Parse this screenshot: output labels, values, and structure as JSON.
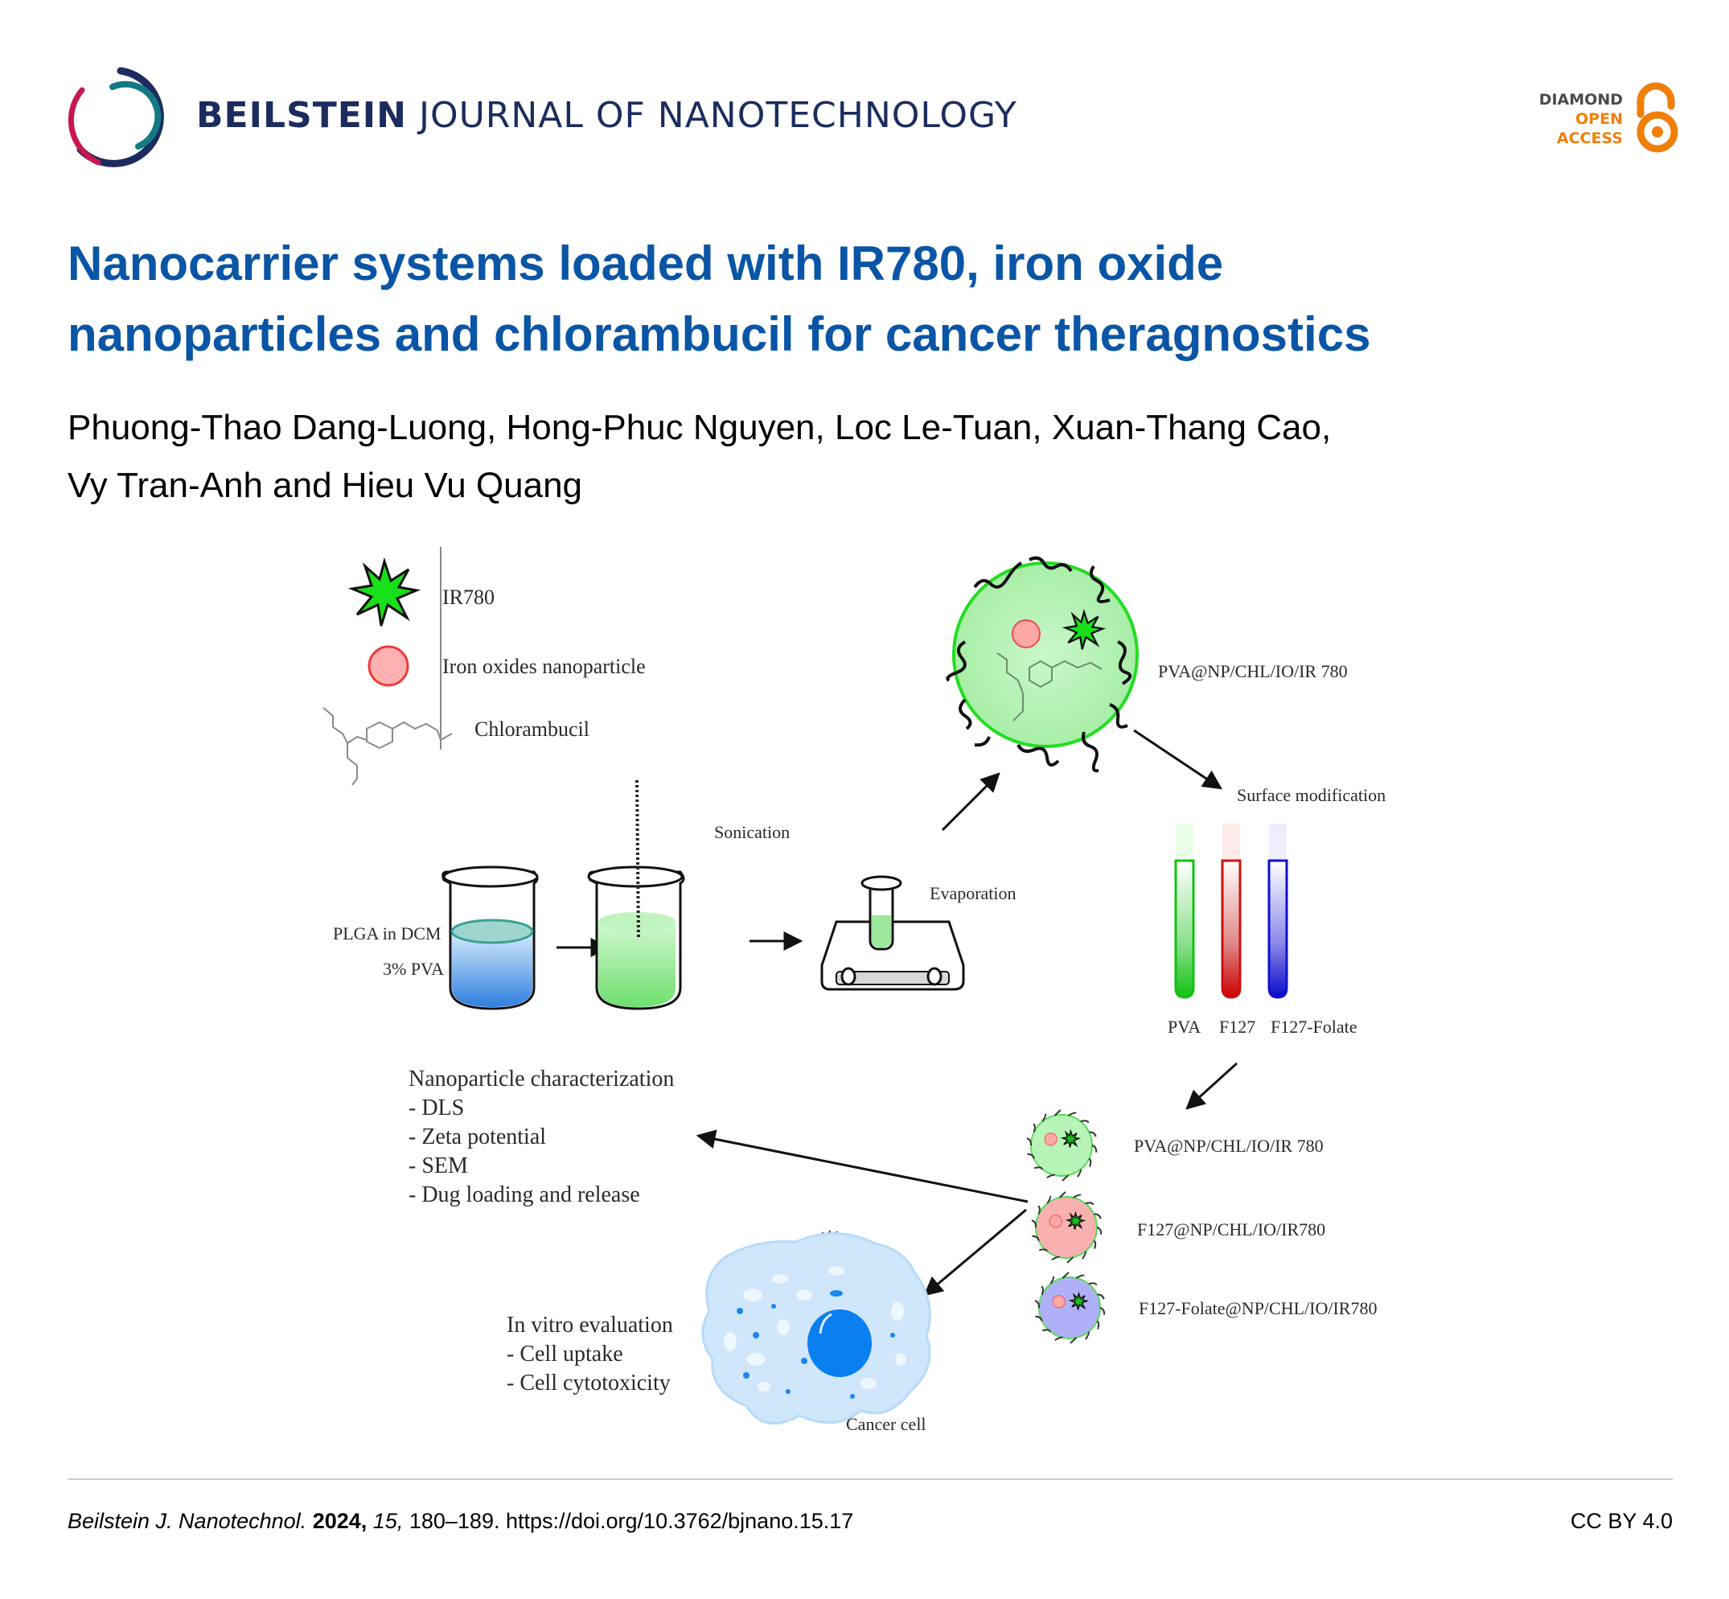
{
  "header": {
    "journal_bold": "BEILSTEIN",
    "journal_light": "JOURNAL OF NANOTECHNOLOGY",
    "badge": {
      "line1": "DIAMOND",
      "line2": "OPEN",
      "line3": "ACCESS"
    }
  },
  "article": {
    "title_line1": "Nanocarrier systems loaded with IR780, iron oxide",
    "title_line2": "nanoparticles and chlorambucil for cancer theragnostics",
    "authors_line1": "Phuong-Thao Dang-Luong, Hong-Phuc Nguyen, Loc Le-Tuan, Xuan-Thang Cao,",
    "authors_line2": "Vy Tran-Anh and Hieu Vu Quang"
  },
  "figure": {
    "legend": {
      "ir780": "IR780",
      "iron_oxide": "Iron oxides nanoparticle",
      "chlorambucil": "Chlorambucil"
    },
    "main_particle_label": "PVA@NP/CHL/IO/IR 780",
    "surface_modification": "Surface modification",
    "sonication": "Sonication",
    "evaporation": "Evaporation",
    "beaker_top_label": "PLGA in DCM",
    "beaker_bottom_label": "3% PVA",
    "tubes": [
      "PVA",
      "F127",
      "F127-Folate"
    ],
    "particles": [
      "PVA@NP/CHL/IO/IR 780",
      "F127@NP/CHL/IO/IR780",
      "F127-Folate@NP/CHL/IO/IR780"
    ],
    "characterization": {
      "heading": "Nanoparticle characterization",
      "items": [
        "- DLS",
        "- Zeta potential",
        "- SEM",
        "- Dug loading and release"
      ]
    },
    "in_vitro": {
      "heading": "In vitro evaluation",
      "items": [
        "- Cell uptake",
        "- Cell cytotoxicity"
      ]
    },
    "cancer_cell": "Cancer cell",
    "colors": {
      "green": "#22dd22",
      "red": "#cc1111",
      "blue": "#1111cc",
      "cell": "#cfe6fb",
      "nucleus": "#0a7ff0"
    }
  },
  "footer": {
    "journal_abbrev": "Beilstein J. Nanotechnol.",
    "year": "2024,",
    "volume": "15,",
    "pages_doi": "180–189. https://doi.org/10.3762/bjnano.15.17",
    "license": "CC BY 4.0"
  },
  "brand_colors": {
    "title_blue": "#0a55a5",
    "journal_navy": "#1c2c5e",
    "oa_orange": "#f07f0a",
    "logo_red": "#c8174f",
    "logo_teal": "#137a84"
  }
}
